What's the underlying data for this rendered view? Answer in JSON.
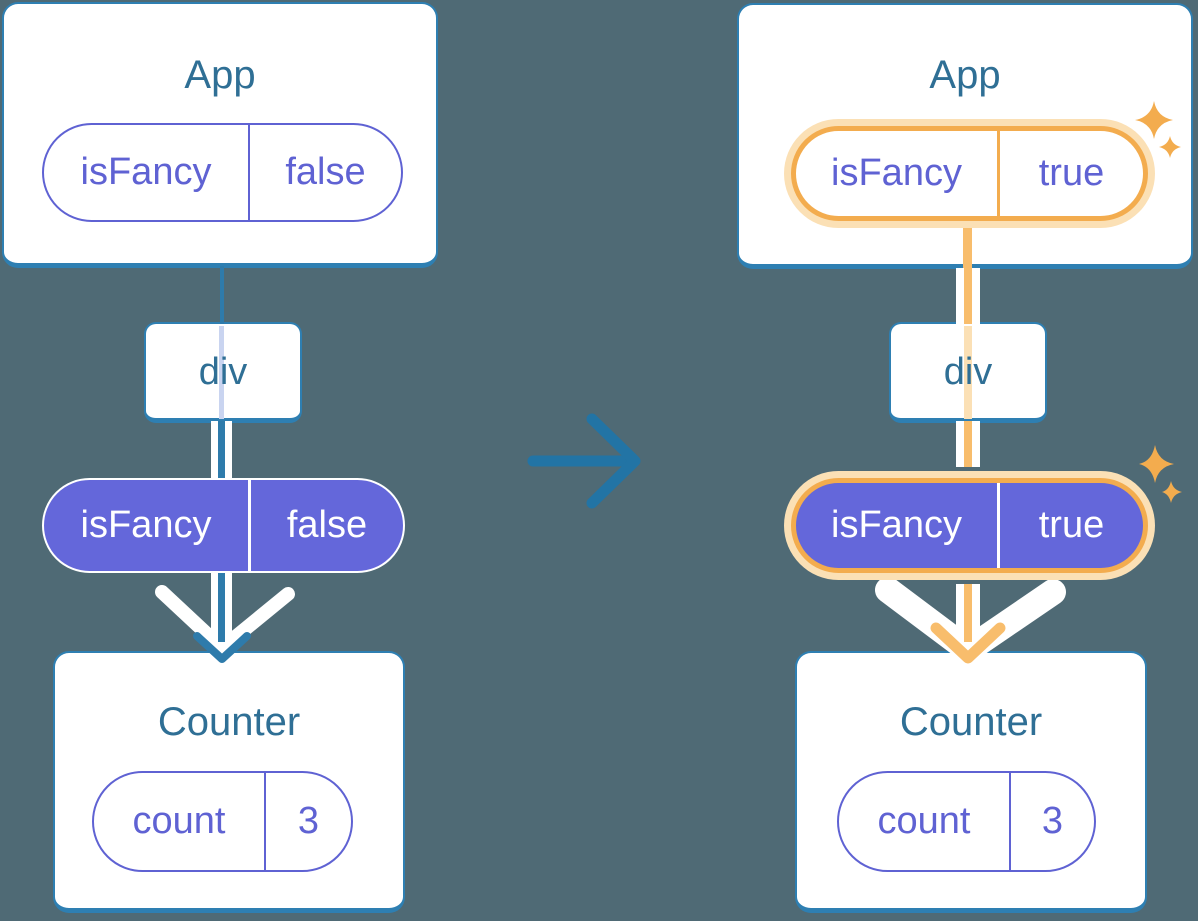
{
  "colors": {
    "bg": "#4F6A75",
    "white": "#FFFFFF",
    "cardBorder": "#2E7FB2",
    "titleText": "#2F6F95",
    "tealLine": "#2E7BAB",
    "midArrow": "#2274A5",
    "purple": "#5F62D3",
    "purpleFill": "#6467DA",
    "lavender": "#C9D4F0",
    "orange": "#F3AC4E",
    "orangeSoft": "#F8BD6C",
    "orangeLight": "#FBE0B5"
  },
  "left": {
    "app_title": "App",
    "app_prop": {
      "name": "isFancy",
      "value": "false"
    },
    "div_label": "div",
    "passed_prop": {
      "name": "isFancy",
      "value": "false"
    },
    "counter_title": "Counter",
    "counter_state": {
      "name": "count",
      "value": "3"
    }
  },
  "right": {
    "app_title": "App",
    "app_prop": {
      "name": "isFancy",
      "value": "true"
    },
    "div_label": "div",
    "passed_prop": {
      "name": "isFancy",
      "value": "true"
    },
    "counter_title": "Counter",
    "counter_state": {
      "name": "count",
      "value": "3"
    }
  }
}
